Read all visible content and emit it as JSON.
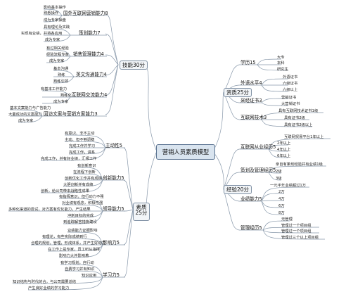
{
  "root": "营销人员素质模型",
  "branches": {
    "skills": {
      "label": "技能30分",
      "groups": [
        {
          "label": "国外互联网营销能力8",
          "items": [
            "影响基本操作",
            "熟悉操作",
            "成为专家操盘"
          ]
        },
        {
          "label": "策划能力7",
          "items": [
            "具有理论及实践",
            "实现有业绩，并将各应用",
            "成为专家"
          ]
        },
        {
          "label": "销售管理能力4",
          "items": [
            "有过相关经验",
            "经验流程专家",
            "成为专家"
          ]
        },
        {
          "label": "英文沟通能力4",
          "items": [
            "基本沟通",
            "熟练",
            "熟练引领"
          ]
        },
        {
          "label": "互联网交流能力4",
          "items": [
            "有基本工作能力",
            "熟练化",
            "成为专家"
          ]
        },
        {
          "label": "回访文案与营销方案能力3",
          "items": [
            "基本文案能力与广告能力",
            "大量成功的文案能力",
            "成为专家"
          ]
        }
      ]
    },
    "resources": {
      "label": "资质25分",
      "groups": [
        {
          "label": "学历15",
          "items": [
            "大专",
            "本科",
            "研究生"
          ]
        },
        {
          "label": "外语水平4",
          "items": [
            "外语证书",
            "六级证书",
            "六级以上"
          ]
        },
        {
          "label": "采经证书3",
          "items": [
            "营销证书",
            "大营销证书"
          ]
        },
        {
          "label": "互联网技术3",
          "items": [
            "具有互联网技术证书1级",
            "具有证书2级",
            "具有证书2级以上"
          ]
        }
      ]
    },
    "experience": {
      "label": "经验20分",
      "groups": [
        {
          "label": "互联网从业经历5",
          "items": [
            "互联网贸易平台1年以上",
            "2年以上",
            "4年以上",
            "6年以上"
          ]
        },
        {
          "label": "策划及管理经历5",
          "items": [
            "亲自有策划经验并有业绩1级",
            "2级",
            "3级"
          ]
        },
        {
          "label": "业绩能力5",
          "items": [
            "一元半年业绩超过1万",
            "2万",
            "4万",
            "6万",
            "8万"
          ]
        },
        {
          "label": "管理经历5",
          "items": [
            "无管理",
            "管理过一个项目组",
            "管理过一个项目组",
            "管理过三个以上项目组"
          ]
        }
      ]
    },
    "quality": {
      "label": "素质25分",
      "groups": [
        {
          "label": "主动性5",
          "items": [
            "有意识、非不主动",
            "主动、但不够调稳",
            "完成工作并学习",
            "完成工作，讲系",
            "完成工作，并有好业绩，汇报工作"
          ]
        },
        {
          "label": "创新能力5",
          "items": [
            "有创新意识",
            "在流程下创新",
            "创新优化工作并有成绩",
            "大胆创新并有成绩",
            "创新，给公司带来战略性成果"
          ]
        },
        {
          "label": "领导能力5",
          "items": [
            "有指挥意识，但行动力不强",
            "对业绩有观念，积极性强",
            "多种化渠道的尝试，对方案有优化能力，产生结果",
            "冲刺目标的完成",
            "到追踪解答措施建设"
          ]
        },
        {
          "label": "影响力5",
          "items": [
            "业绩能力证据影响",
            "有理论，有些实际成绩到行",
            "合理的规划，管理，形成体系，并产生好动力",
            "在工作上是专家，员工听从指挥",
            "影响力大并影响着"
          ]
        },
        {
          "label": "学习力5",
          "items": [
            "有学习规划，自行动",
            "自费学习并有知识",
            "知识应用",
            "知识结构与时代的合，与公司需要总结",
            "产生良好业绩的学习能力"
          ]
        }
      ]
    }
  }
}
